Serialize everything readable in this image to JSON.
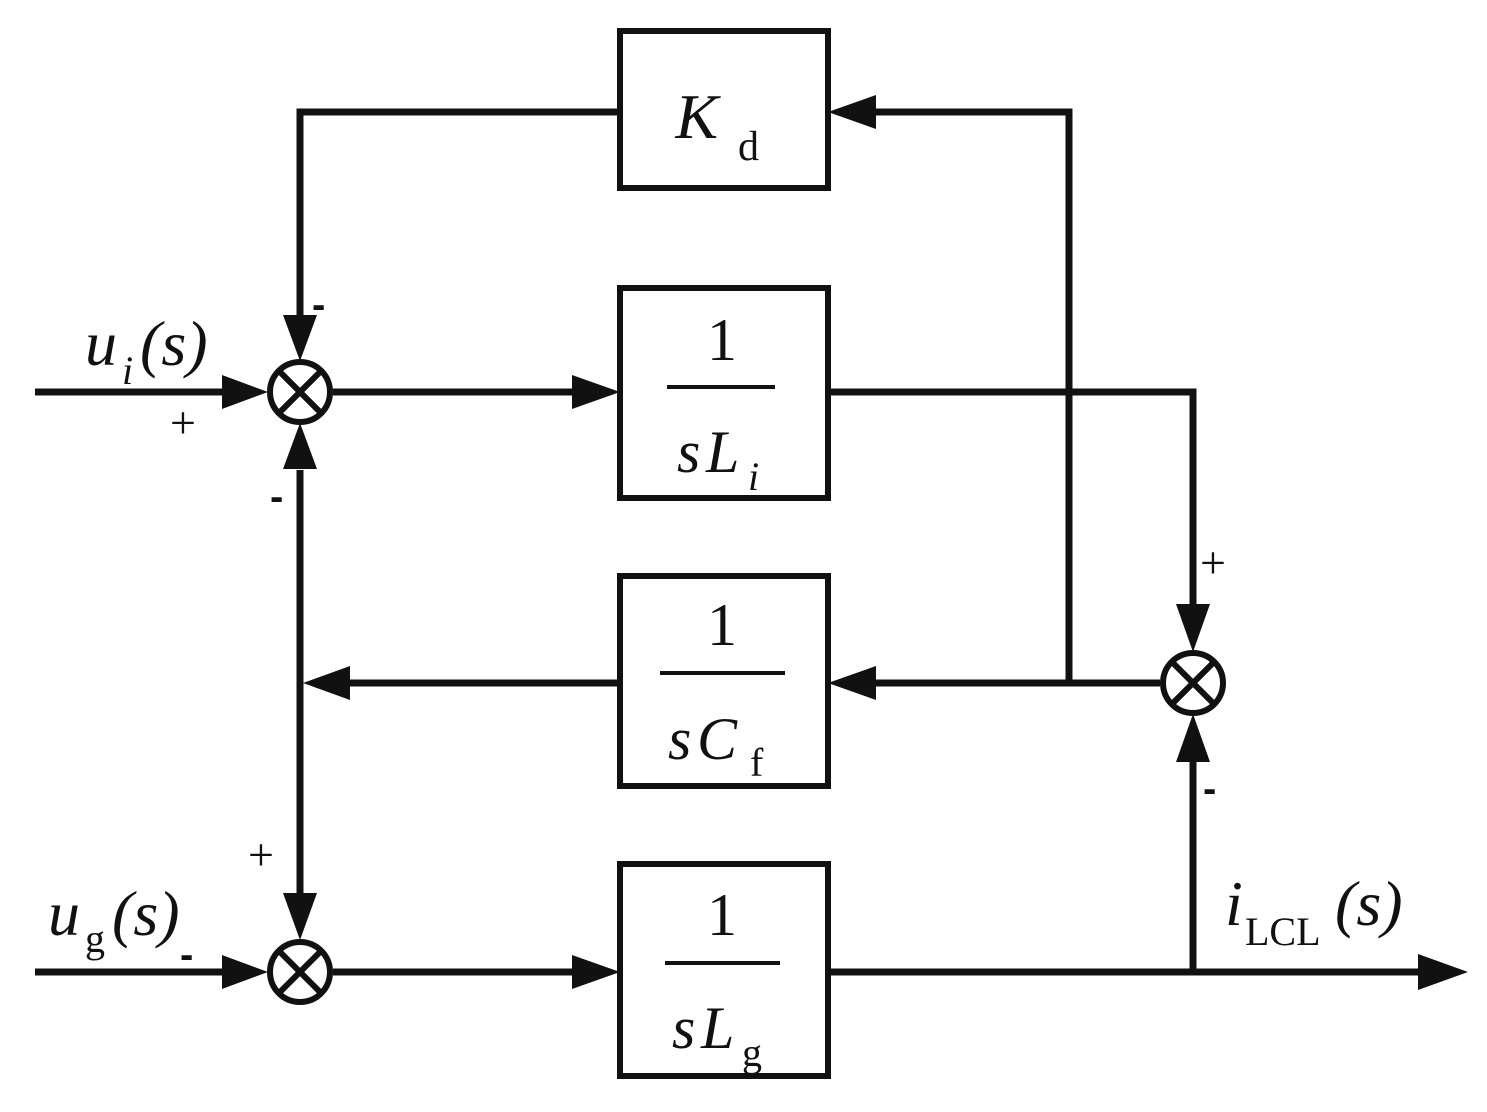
{
  "blocks": {
    "kd": {
      "symbol": "K",
      "sub": "d"
    },
    "li": {
      "num": "1",
      "s": "s",
      "symbol": "L",
      "sub": "i"
    },
    "cf": {
      "num": "1",
      "s": "s",
      "symbol": "C",
      "sub": "f"
    },
    "lg": {
      "num": "1",
      "s": "s",
      "symbol": "L",
      "sub": "g"
    }
  },
  "signals": {
    "ui": {
      "symbol": "u",
      "sub": "i",
      "arg": "(s)"
    },
    "ug": {
      "symbol": "u",
      "sub": "g",
      "arg": "(s)"
    },
    "ilcl": {
      "symbol": "i",
      "sub": "LCL",
      "arg": "(s)"
    }
  },
  "signs": {
    "sj1_top": "-",
    "sj1_left": "+",
    "sj1_bottom": "-",
    "sj2_top": "+",
    "sj2_left": "-",
    "sj3_top": "+",
    "sj3_bottom": "-"
  }
}
